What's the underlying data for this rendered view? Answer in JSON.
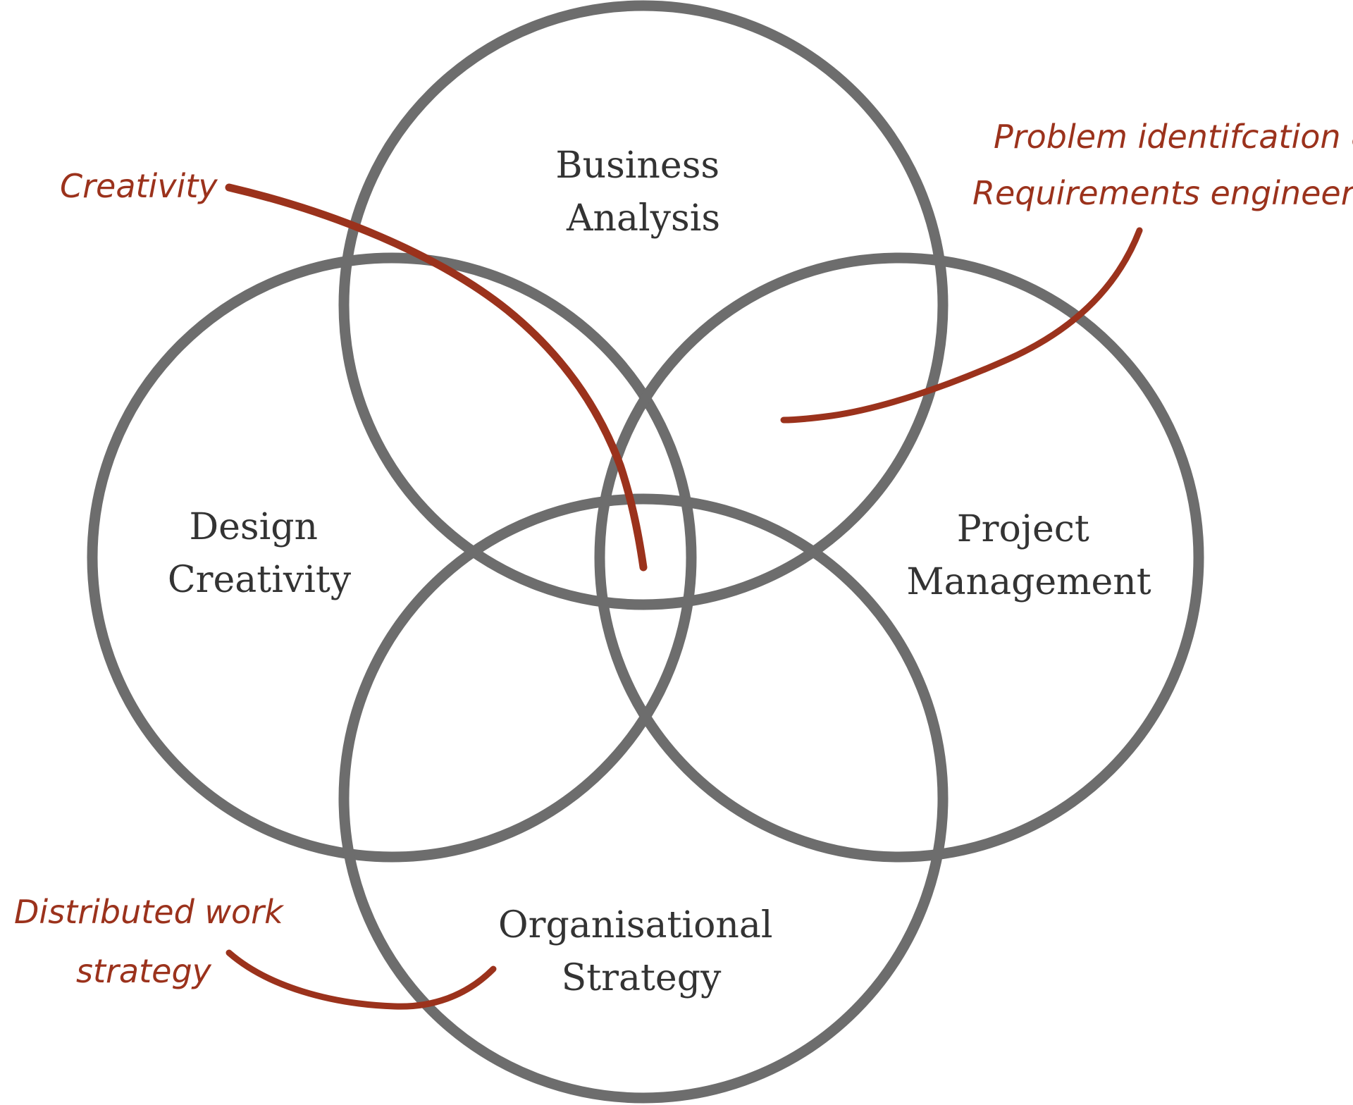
{
  "colors": {
    "circle_stroke": "#6d6d6d",
    "label_text": "#333333",
    "annotation": "#9b321c"
  },
  "circles": [
    {
      "id": "top",
      "lines": [
        "Business",
        "Analysis"
      ]
    },
    {
      "id": "left",
      "lines": [
        "Design",
        "Creativity"
      ]
    },
    {
      "id": "right",
      "lines": [
        "Project",
        "Management"
      ]
    },
    {
      "id": "bottom",
      "lines": [
        "Organisational",
        "Strategy"
      ]
    }
  ],
  "annotations": {
    "creativity": {
      "lines": [
        "Creativity"
      ]
    },
    "problem": {
      "lines": [
        "Problem identifcation &",
        "Requirements engineering"
      ]
    },
    "distributed": {
      "lines": [
        "Distributed work",
        "strategy"
      ]
    }
  }
}
